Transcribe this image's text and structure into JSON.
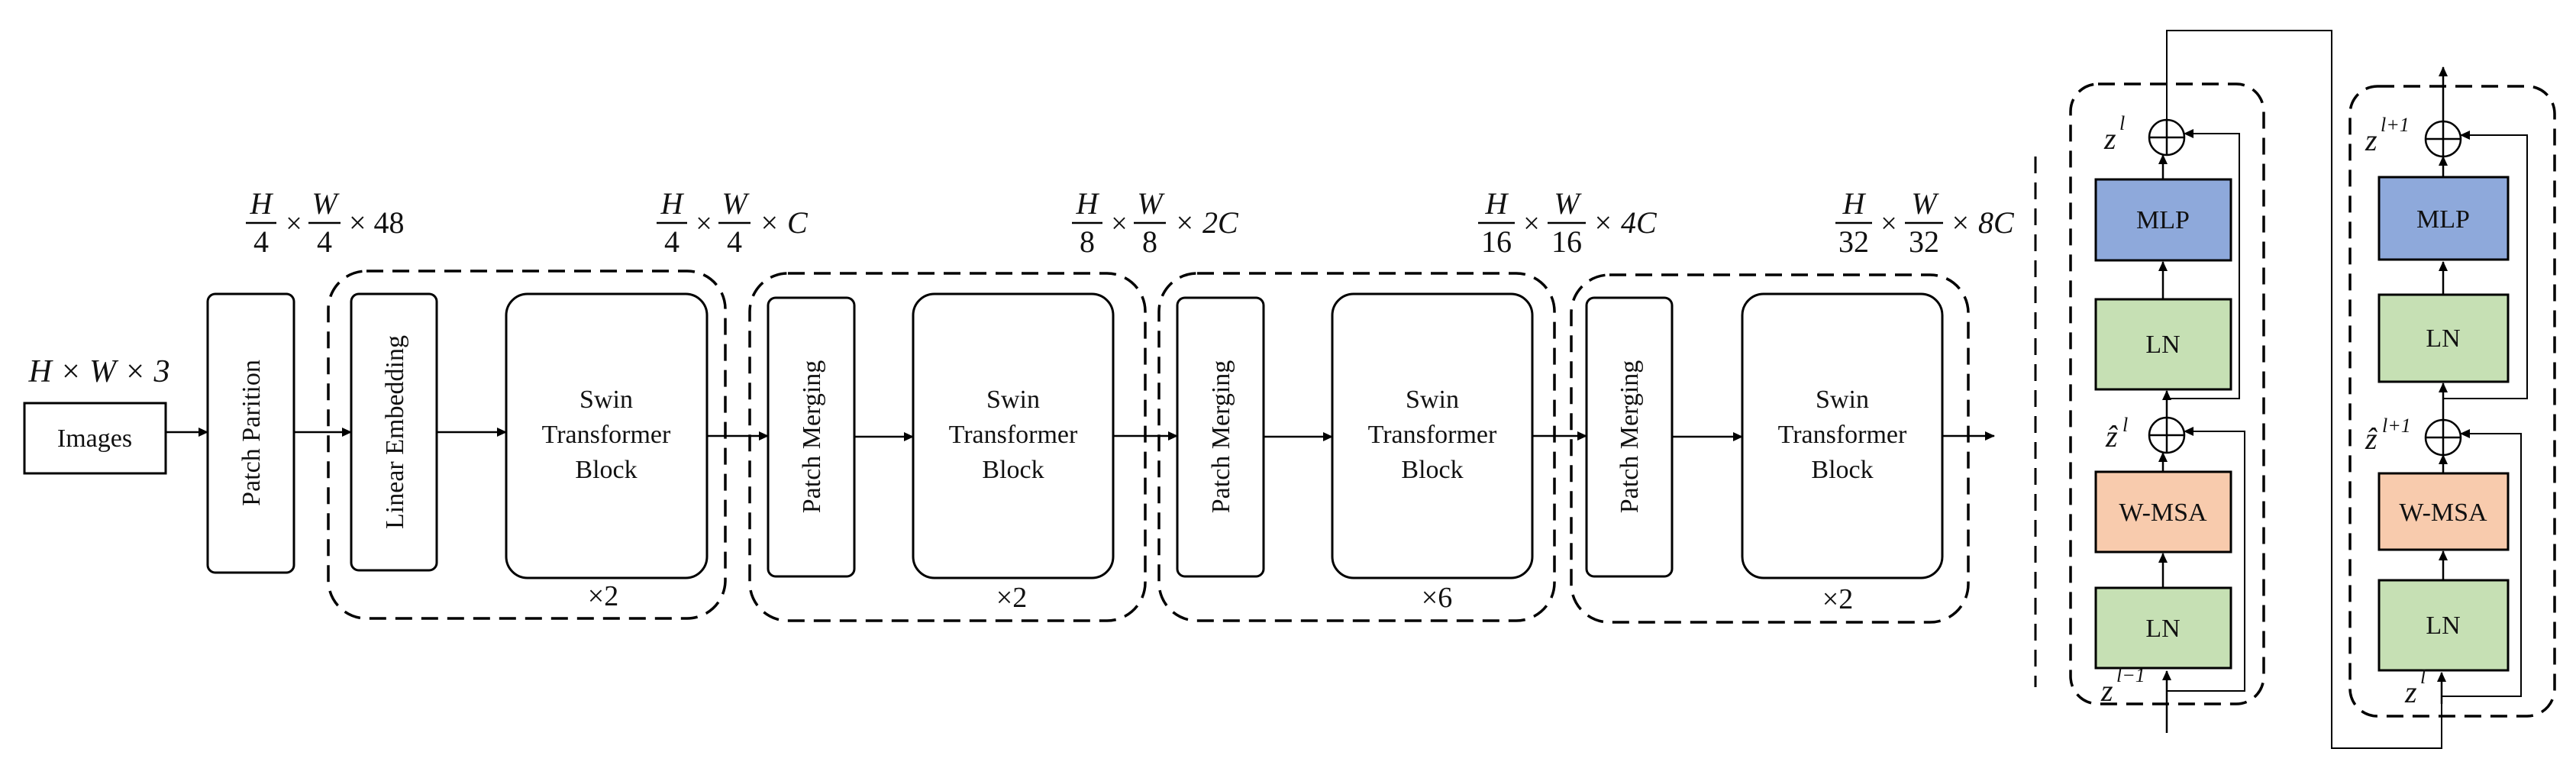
{
  "input_dims": "H × W × 3",
  "images_label": "Images",
  "patch_partition_label": "Patch Parition",
  "linear_embedding_label": "Linear Embedding",
  "patch_merging_label": "Patch Merging",
  "swin_block_lines": [
    "Swin",
    "Transformer",
    "Block"
  ],
  "stages": [
    {
      "dims": {
        "h_num": "H",
        "h_den": "4",
        "w_num": "W",
        "w_den": "4",
        "ch": "× 48"
      }
    },
    {
      "dims": {
        "h_num": "H",
        "h_den": "4",
        "w_num": "W",
        "w_den": "4",
        "ch": "× C"
      },
      "repeat": "×2"
    },
    {
      "dims": {
        "h_num": "H",
        "h_den": "8",
        "w_num": "W",
        "w_den": "8",
        "ch": "× 2C"
      },
      "repeat": "×2"
    },
    {
      "dims": {
        "h_num": "H",
        "h_den": "16",
        "w_num": "W",
        "w_den": "16",
        "ch": "× 4C"
      },
      "repeat": "×6"
    },
    {
      "dims": {
        "h_num": "H",
        "h_den": "32",
        "w_num": "W",
        "w_den": "32",
        "ch": "× 8C"
      },
      "repeat": "×2"
    }
  ],
  "block_detail": {
    "left": {
      "mlp": "MLP",
      "ln_top": "LN",
      "msa": "W-MSA",
      "ln_bottom": "LN",
      "z_out": "z",
      "z_out_sup": "l",
      "z_hat": "ẑ",
      "z_hat_sup": "l",
      "z_in": "z",
      "z_in_sup": "l−1"
    },
    "right": {
      "mlp": "MLP",
      "ln_top": "LN",
      "msa": "W-MSA",
      "ln_bottom": "LN",
      "z_out": "z",
      "z_out_sup": "l+1",
      "z_hat": "ẑ",
      "z_hat_sup": "l+1",
      "z_in": "z",
      "z_in_sup": "l"
    }
  },
  "colors": {
    "mlp": "#8ea9db",
    "ln": "#c6e0b4",
    "msa": "#f8cbad",
    "stroke": "#000000"
  }
}
